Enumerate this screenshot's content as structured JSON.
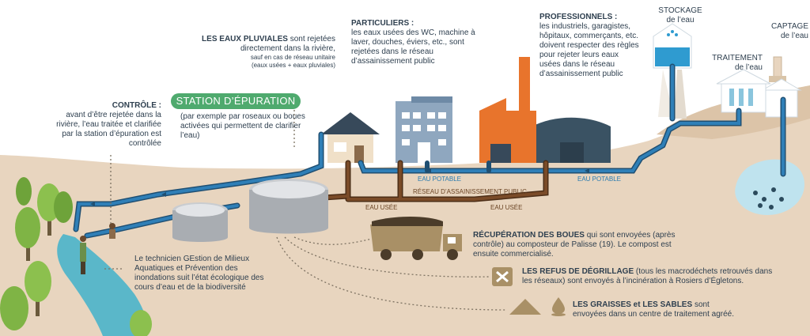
{
  "water_cycle": {
    "captage": {
      "title": "CAPTAGE",
      "subtitle": "de l’eau"
    },
    "stockage": {
      "title": "STOCKAGE",
      "subtitle": "de l’eau"
    },
    "traitement": {
      "title": "TRAITEMENT",
      "subtitle": "de l’eau"
    }
  },
  "users": {
    "professionnels": {
      "title": "PROFESSIONNELS :",
      "body": "les industriels, garagistes, hôpitaux, commerçants, etc. doivent respecter des règles pour rejeter leurs eaux usées dans le réseau d’assainissement public"
    },
    "particuliers": {
      "title": "PARTICULIERS :",
      "body": "les eaux usées des WC, machine à laver, douches, éviers, etc., sont rejetées dans le réseau d’assainissement public"
    }
  },
  "eaux_pluviales": {
    "title": "LES EAUX PLUVIALES",
    "body": "sont rejetées directement dans la rivière,",
    "note1": "sauf en cas de réseau unitaire",
    "note2": "(eaux usées + eaux pluviales)"
  },
  "station": {
    "label": "STATION D’ÉPURATION",
    "description": "(par exemple par roseaux ou boues activées qui permettent de clarifier l’eau)"
  },
  "controle": {
    "title": "CONTRÔLE :",
    "body": "avant d’être rejetée dans la rivière, l’eau traitée et clarifiée par la station d’épuration est contrôlée"
  },
  "technicien": {
    "body": "Le technicien GEstion de Milieux Aquatiques et Prévention des inondations suit l’état écologique des cours d’eau et de la biodiversité"
  },
  "outputs": {
    "boues": {
      "title": "RÉCUPÉRATION DES BOUES",
      "body": "qui sont envoyées (après contrôle) au composteur de Palisse (19). Le compost est ensuite commercialisé."
    },
    "refus": {
      "title": "LES REFUS DE DÉGRILLAGE",
      "body": "(tous les macrodéchets retrouvés dans les réseaux) sont envoyés à l’incinération à Rosiers d’Égletons."
    },
    "graisses": {
      "title": "LES GRAISSES et LES SABLES",
      "body": "sont envoyées dans un centre de traitement agréé."
    }
  },
  "pipe_labels": {
    "eau_potable_1": "EAU POTABLE",
    "eau_potable_2": "EAU POTABLE",
    "reseau": "RÉSEAU D’ASSAINISSEMENT PUBLIC",
    "eau_usee_1": "EAU USÉE",
    "eau_usee_2": "EAU USÉE"
  },
  "colors": {
    "potable_pipe": "#2f7fb7",
    "usee_pipe": "#7a4b28",
    "ground": "#e8d5bf",
    "river": "#5ab7c9",
    "station_pill": "#4faa6e",
    "factory": "#e8742c"
  }
}
